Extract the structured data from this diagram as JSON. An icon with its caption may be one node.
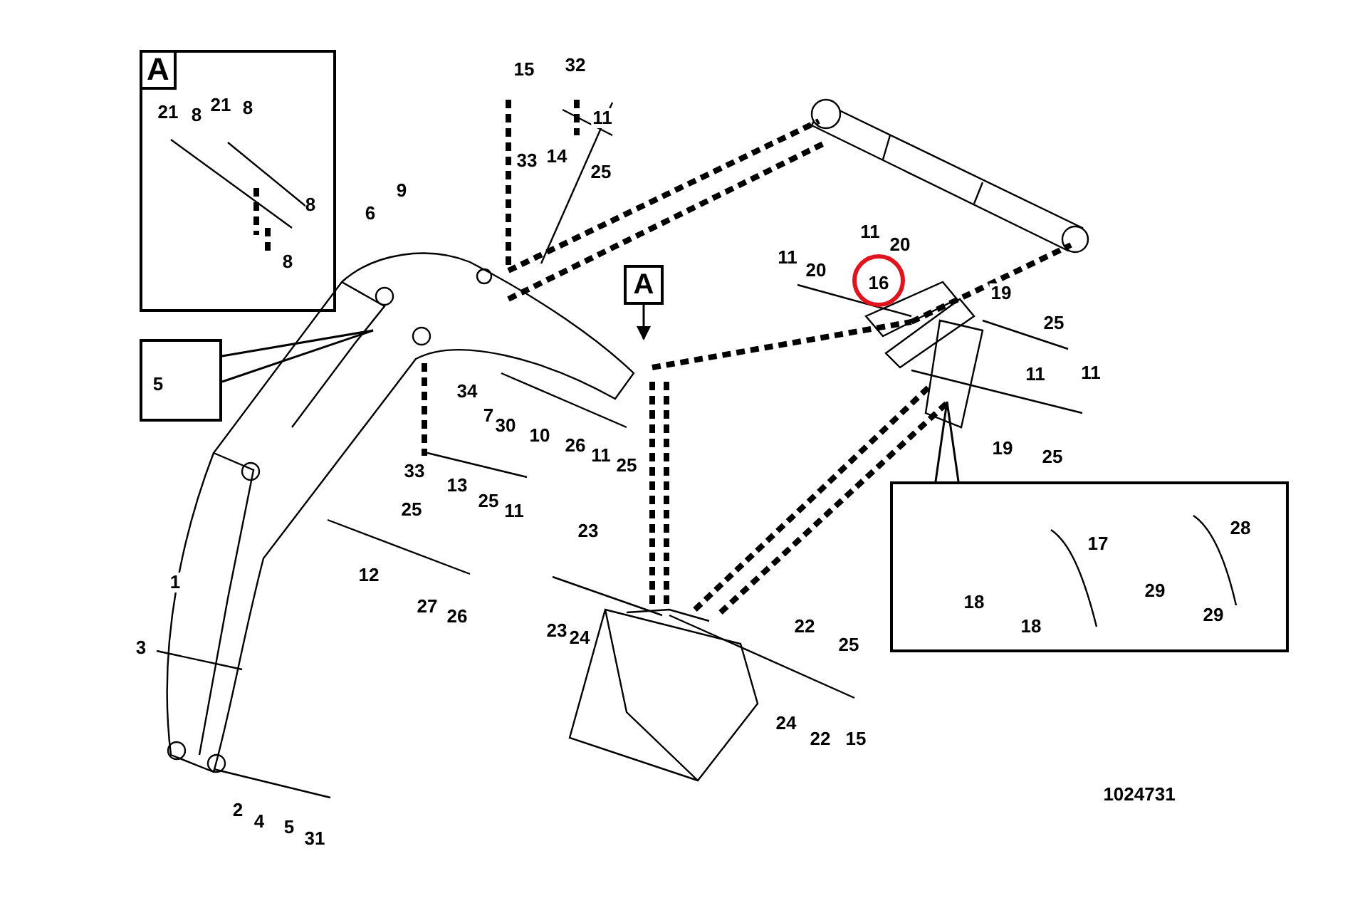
{
  "diagram": {
    "nodes": [
      {
        "text": [
          "A",
          "21",
          "8",
          "21",
          "8",
          "8",
          "8"
        ]
      },
      {
        "text": [
          "A"
        ]
      },
      {
        "text": [
          "5"
        ]
      },
      {
        "text": [
          "17",
          "18",
          "18",
          "28",
          "29",
          "29"
        ]
      }
    ],
    "edges": [
      {
        "from": 1,
        "to": null,
        "arrow": "to"
      },
      {
        "from": 2,
        "to": null,
        "arrow": "none"
      },
      {
        "from": 3,
        "to": null,
        "arrow": "none"
      }
    ],
    "labels": [
      "15",
      "32",
      "11",
      "33",
      "14",
      "25",
      "9",
      "6",
      "11",
      "20",
      "11",
      "20",
      "16",
      "19",
      "25",
      "34",
      "7",
      "30",
      "10",
      "26",
      "11",
      "25",
      "11",
      "11",
      "33",
      "13",
      "25",
      "11",
      "19",
      "25",
      "25",
      "12",
      "1",
      "27",
      "26",
      "23",
      "3",
      "23",
      "24",
      "22",
      "25",
      "24",
      "22",
      "15",
      "2",
      "4",
      "5",
      "31",
      "1024731"
    ]
  }
}
